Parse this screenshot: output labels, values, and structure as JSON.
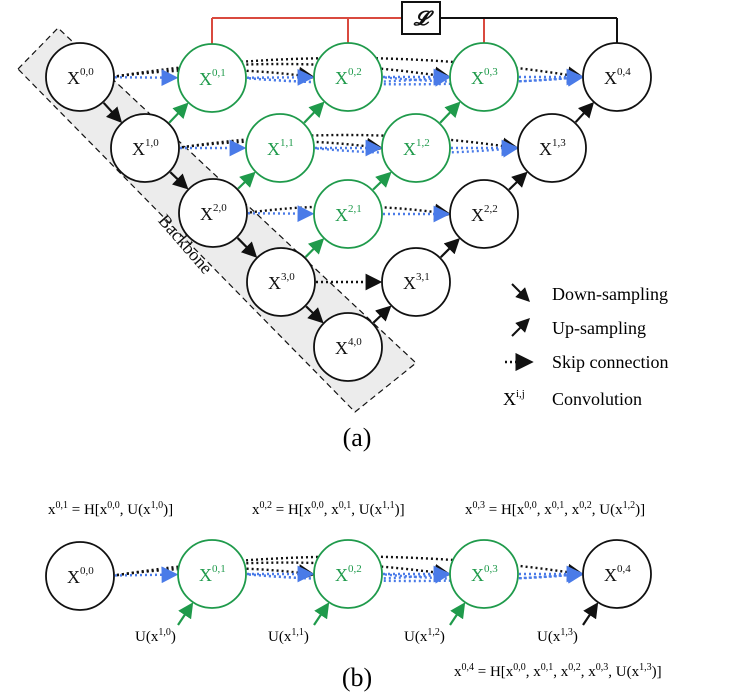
{
  "colors": {
    "black": "#111111",
    "green": "#1f9a4b",
    "blue": "#4a7be8",
    "red": "#d94a3f",
    "backbone_fill": "#ececec"
  },
  "icons": {
    "loss": "loss-script-L",
    "down": "down-right-arrow",
    "up": "up-right-arrow",
    "skip": "dotted-arrow"
  },
  "diagram_a": {
    "loss_symbol": "𝓛",
    "backbone_label": "Backbone",
    "caption": "(a)",
    "nodes": [
      {
        "id": "x00",
        "base": "X",
        "sup": "0,0",
        "color": "black"
      },
      {
        "id": "x10",
        "base": "X",
        "sup": "1,0",
        "color": "black"
      },
      {
        "id": "x20",
        "base": "X",
        "sup": "2,0",
        "color": "black"
      },
      {
        "id": "x30",
        "base": "X",
        "sup": "3,0",
        "color": "black"
      },
      {
        "id": "x40",
        "base": "X",
        "sup": "4,0",
        "color": "black"
      },
      {
        "id": "x01",
        "base": "X",
        "sup": "0,1",
        "color": "green"
      },
      {
        "id": "x02",
        "base": "X",
        "sup": "0,2",
        "color": "green"
      },
      {
        "id": "x03",
        "base": "X",
        "sup": "0,3",
        "color": "green"
      },
      {
        "id": "x11",
        "base": "X",
        "sup": "1,1",
        "color": "green"
      },
      {
        "id": "x12",
        "base": "X",
        "sup": "1,2",
        "color": "green"
      },
      {
        "id": "x21",
        "base": "X",
        "sup": "2,1",
        "color": "green"
      },
      {
        "id": "x04",
        "base": "X",
        "sup": "0,4",
        "color": "black"
      },
      {
        "id": "x13",
        "base": "X",
        "sup": "1,3",
        "color": "black"
      },
      {
        "id": "x22",
        "base": "X",
        "sup": "2,2",
        "color": "black"
      },
      {
        "id": "x31",
        "base": "X",
        "sup": "3,1",
        "color": "black"
      }
    ]
  },
  "legend": {
    "items": [
      {
        "icon": "down",
        "label": "Down-sampling"
      },
      {
        "icon": "up",
        "label": "Up-sampling"
      },
      {
        "icon": "skip",
        "label": "Skip connection"
      },
      {
        "icon": "conv",
        "label": "Convolution"
      }
    ],
    "conv_base": "X",
    "conv_sup": "i,j"
  },
  "diagram_b": {
    "caption": "(b)",
    "formulas": [
      "x0,1 = H[x0,0, U(x1,0)]",
      "x0,2 = H[x0,0, x0,1, U(x1,1)]",
      "x0,3 = H[x0,0, x0,1, x0,2, U(x1,2)]",
      "x0,4 = H[x0,0, x0,1, x0,2, x0,3, U(x1,3)]"
    ],
    "nodes": [
      {
        "id": "b00",
        "base": "X",
        "sup": "0,0",
        "color": "black"
      },
      {
        "id": "b01",
        "base": "X",
        "sup": "0,1",
        "color": "green"
      },
      {
        "id": "b02",
        "base": "X",
        "sup": "0,2",
        "color": "green"
      },
      {
        "id": "b03",
        "base": "X",
        "sup": "0,3",
        "color": "green"
      },
      {
        "id": "b04",
        "base": "X",
        "sup": "0,4",
        "color": "black"
      }
    ],
    "upsample_labels": [
      "U(x1,0)",
      "U(x1,1)",
      "U(x1,2)",
      "U(x1,3)"
    ]
  }
}
